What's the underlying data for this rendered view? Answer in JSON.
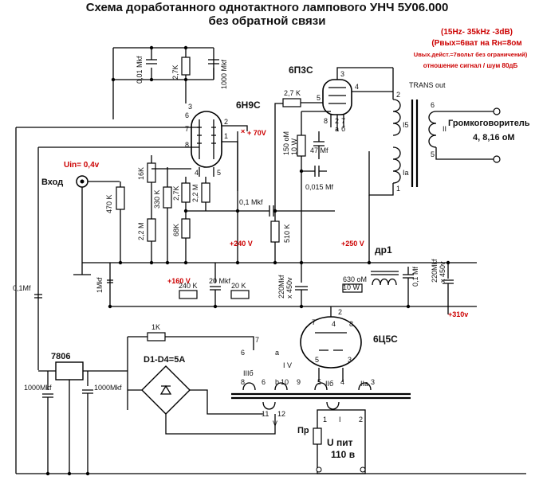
{
  "title": {
    "line1": "Схема доработанного однотактного лампового УНЧ 5У06.000",
    "line2": "без обратной связи"
  },
  "specs": {
    "line1": "(15Hz- 35kHz -3dB)",
    "line2": "(Pвых=6ват на Rн=8ом",
    "line3": "Uвых.дейст.=7вольт без ограничений)",
    "line4": "отношение сигнал / шум  80дБ"
  },
  "tubes": {
    "preamp": "6Н9С",
    "output": "6П3С",
    "rectifier": "6Ц5С"
  },
  "labels": {
    "trans_out": "TRANS out",
    "speaker": "Громкоговоритель",
    "speaker_ohms": "4, 8,16 oM",
    "input": "Вход",
    "input_voltage": "Uin= 0,4v",
    "choke": "др1",
    "diodes": "D1-D4=5A",
    "regulator": "7806",
    "fuse": "Пр",
    "mains_label": "U пит",
    "mains_voltage": "110 в",
    "winding_I5": "I5",
    "winding_Ia": "Ia",
    "winding_II": "II",
    "winding_IIIb": "IIIб",
    "winding_IV": "I V",
    "winding_IIb": "IIб",
    "winding_IIa": "IIа",
    "winding_V": "V",
    "winding_I": "I"
  },
  "voltages": {
    "v70": "+ 70V",
    "v240": "+240 V",
    "v160": "+160 V",
    "v250": "+250 V",
    "v310": "+310v"
  },
  "components": {
    "c_001": "0,01 Mkf",
    "r_27k_top": "2,7K",
    "c_1000_top": "1000 Mkf",
    "r_27k_g": "2,7 K",
    "r_150": "150 oM\n10 W",
    "c_47": "47 Mf",
    "c_0015": "0,015 Mf",
    "r_16k": "16K",
    "r_470k": "470 K",
    "r_330k": "330 K",
    "r_27k_c": "2,7K",
    "r_22m_a": "2,2 M",
    "r_22m_b": "2,2 M",
    "r_68k": "68K",
    "c_01_cpl": "0,1 Mkf",
    "r_510k": "510 K",
    "c_01_left": "0,1Mf",
    "c_1mkf": "1Mkf",
    "c_20": "20 Mkf",
    "r_20k": "20 K",
    "r_240k": "240 K",
    "c_220a": "220Mkf\nx 450v",
    "r_630": "630 oM\n10 W",
    "c_01_psu": "0,1 Mf",
    "c_220b": "220Mkf\nx 450v",
    "r_1k": "1K",
    "c_1000a": "1000Mkf",
    "c_1000b": "1000Mkf"
  },
  "pins": [
    "3",
    "2",
    "1",
    "7",
    "6",
    "8",
    "4",
    "5",
    "5",
    "4",
    "3",
    "8",
    "2",
    "7",
    "а",
    "б",
    "6",
    "1",
    "2",
    "4",
    "8",
    "6",
    "7",
    "3",
    "5",
    "II6",
    "4",
    "IIa",
    "6",
    "а",
    "b",
    "7",
    "10",
    "9",
    "11",
    "12",
    "1",
    "2"
  ]
}
